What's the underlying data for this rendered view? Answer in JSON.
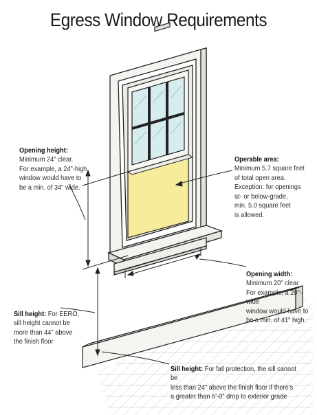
{
  "title": "Egress Window Requirements",
  "colors": {
    "opening_fill": "#f7ec9c",
    "glass": "#d6ecef",
    "frame": "#f3f3ef",
    "line": "#222222",
    "floor_line": "#aeb8c0"
  },
  "callouts": {
    "opening_height": {
      "heading": "Opening height:",
      "body": "Minimum 24\" clear.\nFor example, a 24\"-high\nwindow would have to\nbe a min. of 34\" wide."
    },
    "operable_area": {
      "heading": "Operable area:",
      "body": "Minimum 5.7 square feet\nof total open area.\nException: for openings\nat- or below-grade,\nmin. 5.0 square feet\nis allowed."
    },
    "opening_width": {
      "heading": "Opening width:",
      "body": "Minimum 20\" clear.\nFor example, a 20\"-wide\nwindow would have to\nbe a min. of 41\" high."
    },
    "sill_height_eero": {
      "heading": "Sill height:",
      "body": " For EERO,\nsill height cannot be\nmore than 44\" above\nthe finish floor"
    },
    "sill_height_fall": {
      "heading": "Sill height:",
      "body": " For fall protection, the sill cannot be\nless than 24\" above the finish floor if there's\na greater than 6'-0\" drop to exterior grade"
    }
  }
}
